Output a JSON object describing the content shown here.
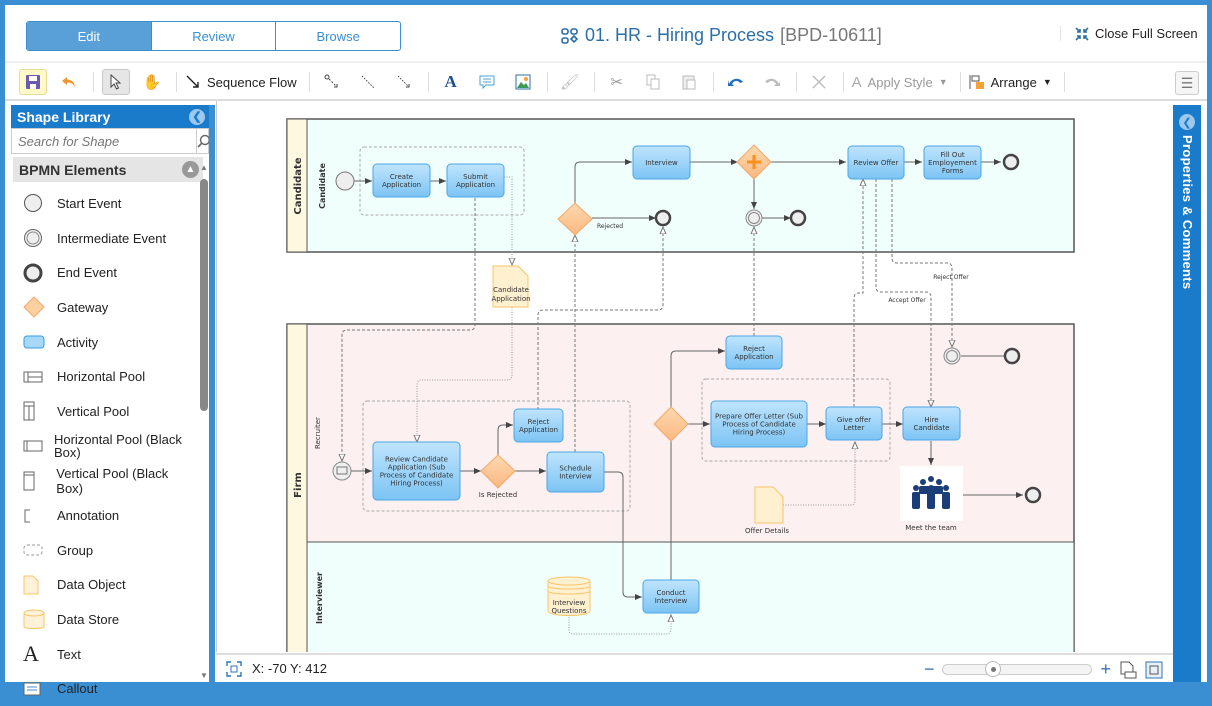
{
  "header": {
    "modes": [
      "Edit",
      "Review",
      "Browse"
    ],
    "active_mode": "Edit",
    "title": "01. HR - Hiring Process",
    "title_id": "[BPD-10611]",
    "close_fullscreen": "Close Full Screen"
  },
  "toolbar": {
    "sequence_flow": "Sequence Flow",
    "apply_style": "Apply Style",
    "arrange": "Arrange"
  },
  "library": {
    "title": "Shape Library",
    "search_placeholder": "Search for Shape",
    "category": "BPMN Elements",
    "items": [
      "Start Event",
      "Intermediate Event",
      "End Event",
      "Gateway",
      "Activity",
      "Horizontal Pool",
      "Vertical Pool",
      "Horizontal Pool (Black Box)",
      "Vertical Pool (Black Box)",
      "Annotation",
      "Group",
      "Data Object",
      "Data Store",
      "Text",
      "Callout"
    ]
  },
  "properties_panel": "Properties & Comments",
  "status": {
    "coords": "X: -70 Y: 412",
    "zoom_level_fraction": 0.28
  },
  "diagram": {
    "pools": {
      "candidate": "Candidate",
      "firm": "Firm"
    },
    "lanes": {
      "candidate": "Candidate",
      "recruiter": "Recruiter",
      "interviewer": "Interviewer"
    },
    "tasks": {
      "create_app": [
        "Create",
        "Application"
      ],
      "submit_app": [
        "Submit",
        "Application"
      ],
      "interview": [
        "Interview"
      ],
      "review_offer": [
        "Review Offer"
      ],
      "fill_forms": [
        "Fill Out",
        "Employement",
        "Forms"
      ],
      "review_candidate": [
        "Review Candidate",
        "Application (Sub",
        "Process of Candidate",
        "Hiring Process)"
      ],
      "reject_app_1": [
        "Reject",
        "Application"
      ],
      "schedule_interview": [
        "Schedule",
        "Interview"
      ],
      "reject_app_2": [
        "Reject",
        "Application"
      ],
      "prepare_offer": [
        "Prepare Offer Letter (Sub",
        "Process of Candidate",
        "Hiring Process)"
      ],
      "give_offer": [
        "Give offer",
        "Letter"
      ],
      "hire_candidate": [
        "Hire",
        "Candidate"
      ],
      "conduct_interview": [
        "Conduct",
        "Interview"
      ]
    },
    "labels": {
      "rejected": "Rejected",
      "is_rejected": "Is Rejected",
      "reject_offer": "Reject Offer",
      "accept_offer": "Accept Offer",
      "candidate_application": [
        "Candidate",
        "Application"
      ],
      "offer_details": "Offer Details",
      "meet_team": "Meet the team",
      "interview_questions": [
        "Interview",
        "Questions"
      ]
    }
  }
}
